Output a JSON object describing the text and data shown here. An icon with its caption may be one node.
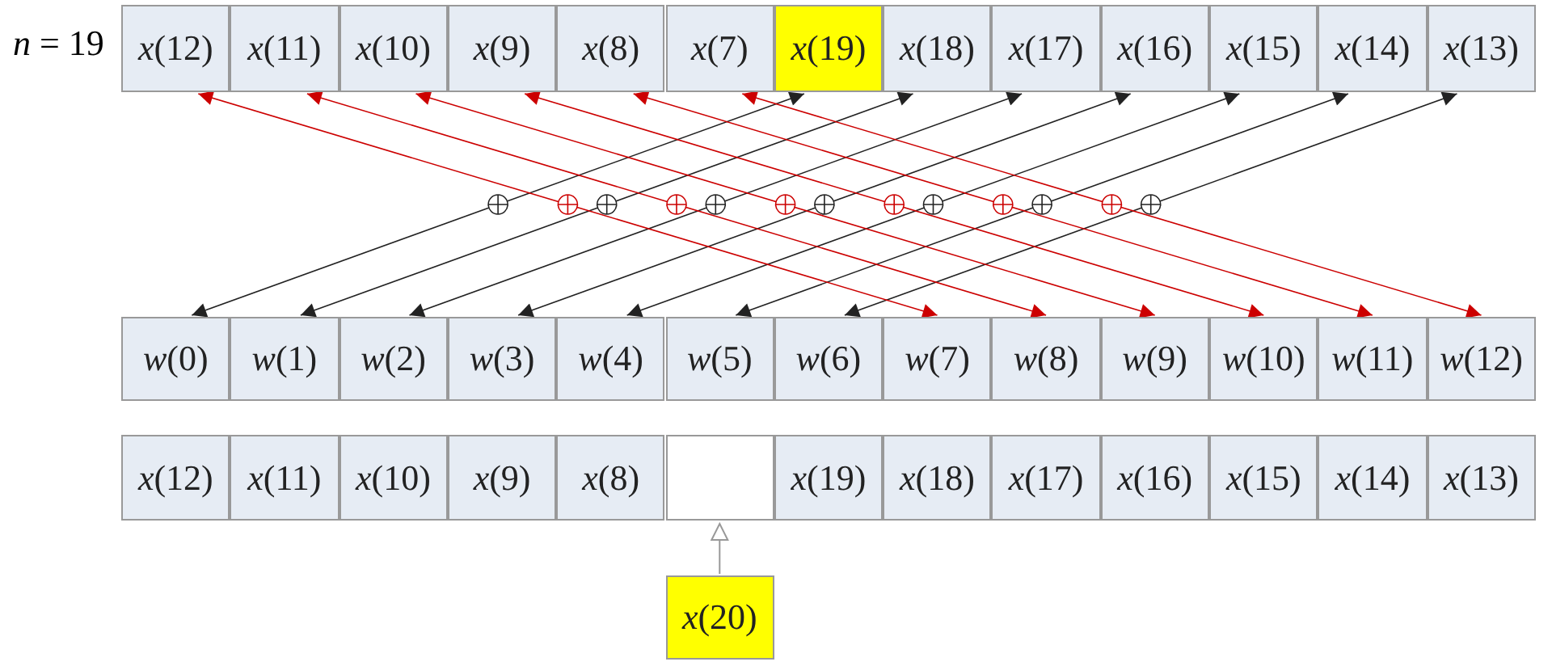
{
  "diagram": {
    "nodes": [
      {
        "text": [
          "*x*(12)"
        ]
      },
      {
        "text": [
          "*x*(11)"
        ]
      },
      {
        "text": [
          "*x*(10)"
        ]
      },
      {
        "text": [
          "*x*(9)"
        ]
      },
      {
        "text": [
          "*x*(8)"
        ]
      },
      {
        "text": [
          "*x*(7)"
        ]
      },
      {
        "text": [
          "*x*(19)"
        ]
      },
      {
        "text": [
          "*x*(18)"
        ]
      },
      {
        "text": [
          "*x*(17)"
        ]
      },
      {
        "text": [
          "*x*(16)"
        ]
      },
      {
        "text": [
          "*x*(15)"
        ]
      },
      {
        "text": [
          "*x*(14)"
        ]
      },
      {
        "text": [
          "*x*(13)"
        ]
      },
      {
        "text": [
          "*w*(0)"
        ]
      },
      {
        "text": [
          "*w*(1)"
        ]
      },
      {
        "text": [
          "*w*(2)"
        ]
      },
      {
        "text": [
          "*w*(3)"
        ]
      },
      {
        "text": [
          "*w*(4)"
        ]
      },
      {
        "text": [
          "*w*(5)"
        ]
      },
      {
        "text": [
          "*w*(6)"
        ]
      },
      {
        "text": [
          "*w*(7)"
        ]
      },
      {
        "text": [
          "*w*(8)"
        ]
      },
      {
        "text": [
          "*w*(9)"
        ]
      },
      {
        "text": [
          "*w*(10)"
        ]
      },
      {
        "text": [
          "*w*(11)"
        ]
      },
      {
        "text": [
          "*w*(12)"
        ]
      },
      {
        "text": [
          "*x*(12)"
        ]
      },
      {
        "text": [
          "*x*(11)"
        ]
      },
      {
        "text": [
          "*x*(10)"
        ]
      },
      {
        "text": [
          "*x*(9)"
        ]
      },
      {
        "text": [
          "*x*(8)"
        ]
      },
      {
        "text": [],
        "shape": "box"
      },
      {
        "text": [
          "*x*(19)"
        ]
      },
      {
        "text": [
          "*x*(18)"
        ]
      },
      {
        "text": [
          "*x*(17)"
        ]
      },
      {
        "text": [
          "*x*(16)"
        ]
      },
      {
        "text": [
          "*x*(15)"
        ]
      },
      {
        "text": [
          "*x*(14)"
        ]
      },
      {
        "text": [
          "*x*(13)"
        ]
      },
      {
        "text": [
          "*x*(20)"
        ]
      }
    ],
    "edges": [
      {
        "from": 6,
        "to": 13,
        "arrow": "both"
      },
      {
        "from": 7,
        "to": 14,
        "arrow": "both"
      },
      {
        "from": 8,
        "to": 15,
        "arrow": "both"
      },
      {
        "from": 9,
        "to": 16,
        "arrow": "both"
      },
      {
        "from": 10,
        "to": 17,
        "arrow": "both"
      },
      {
        "from": 11,
        "to": 18,
        "arrow": "both"
      },
      {
        "from": 12,
        "to": 19,
        "arrow": "both"
      },
      {
        "from": 0,
        "to": 20,
        "arrow": "both",
        "color": "#cc0000"
      },
      {
        "from": 1,
        "to": 21,
        "arrow": "both",
        "color": "#cc0000"
      },
      {
        "from": 2,
        "to": 22,
        "arrow": "both",
        "color": "#cc0000"
      },
      {
        "from": 3,
        "to": 23,
        "arrow": "both",
        "color": "#cc0000"
      },
      {
        "from": 4,
        "to": 24,
        "arrow": "both",
        "color": "#cc0000"
      },
      {
        "from": 5,
        "to": 25,
        "arrow": "both",
        "color": "#cc0000"
      },
      {
        "from": 39,
        "to": 31,
        "arrow": "to",
        "color": "#999999"
      }
    ],
    "labels": [
      "*n* = 19"
    ]
  }
}
